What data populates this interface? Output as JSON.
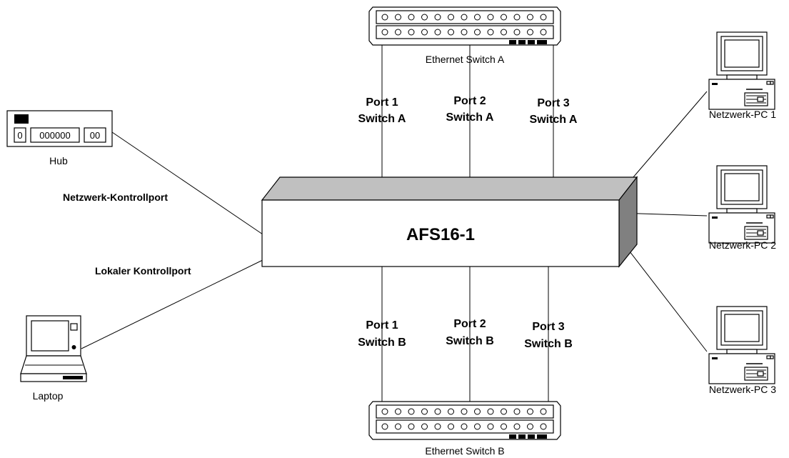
{
  "device": {
    "name": "AFS16-1"
  },
  "switch_a": {
    "caption": "Ethernet Switch A",
    "ports": [
      {
        "line1": "Port 1",
        "line2": "Switch A"
      },
      {
        "line1": "Port 2",
        "line2": "Switch A"
      },
      {
        "line1": "Port 3",
        "line2": "Switch A"
      }
    ]
  },
  "switch_b": {
    "caption": "Ethernet Switch B",
    "ports": [
      {
        "line1": "Port 1",
        "line2": "Switch B"
      },
      {
        "line1": "Port 2",
        "line2": "Switch B"
      },
      {
        "line1": "Port 3",
        "line2": "Switch B"
      }
    ]
  },
  "hub": {
    "caption": "Hub",
    "port_a": "0",
    "port_b": "000000",
    "port_c": "00"
  },
  "laptop": {
    "caption": "Laptop"
  },
  "links": {
    "network_control": "Netzwerk-Kontrollport",
    "local_control": "Lokaler Kontrollport"
  },
  "pcs": [
    {
      "caption": "Netzwerk-PC 1"
    },
    {
      "caption": "Netzwerk-PC 2"
    },
    {
      "caption": "Netzwerk-PC 3"
    }
  ]
}
